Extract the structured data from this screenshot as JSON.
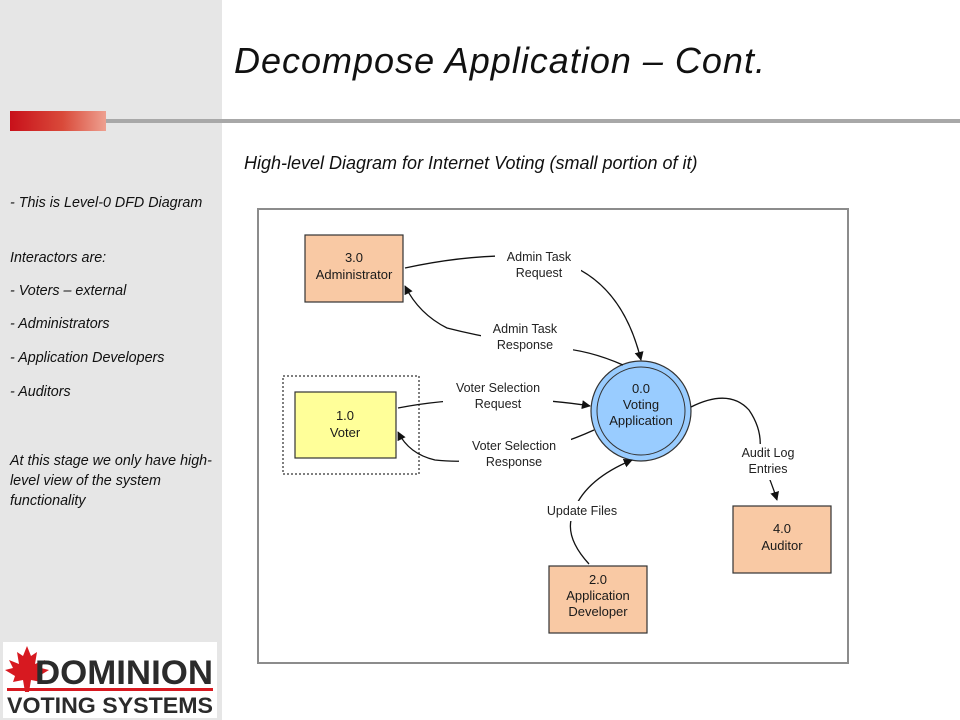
{
  "slide": {
    "title": "Decompose Application – Cont.",
    "subtitle": "High-level Diagram for Internet Voting (small portion of it)"
  },
  "sidebar": {
    "line1": "- This is Level-0 DFD Diagram",
    "line2": "Interactors are:",
    "line3": "- Voters – external",
    "line4": "- Administrators",
    "line5": "- Application Developers",
    "line6": "- Auditors",
    "line7": "At this stage we only have high-level view of the system functionality"
  },
  "diagram": {
    "nodes": {
      "administrator": {
        "id": "3.0",
        "label": "Administrator"
      },
      "voter": {
        "id": "1.0",
        "label": "Voter"
      },
      "voting_app": {
        "id": "0.0",
        "line1": "Voting",
        "line2": "Application"
      },
      "auditor": {
        "id": "4.0",
        "label": "Auditor"
      },
      "developer": {
        "id": "2.0",
        "line1": "Application",
        "line2": "Developer"
      }
    },
    "flows": {
      "admin_request": {
        "line1": "Admin Task",
        "line2": "Request"
      },
      "admin_response": {
        "line1": "Admin Task",
        "line2": "Response"
      },
      "voter_request": {
        "line1": "Voter Selection",
        "line2": "Request"
      },
      "voter_response": {
        "line1": "Voter Selection",
        "line2": "Response"
      },
      "audit_entries": {
        "line1": "Audit Log",
        "line2": "Entries"
      },
      "update_files": {
        "label": "Update Files"
      }
    },
    "colors": {
      "entity_fill": "#f9c9a4",
      "voter_fill": "#ffff99",
      "process_fill": "#99ccff"
    }
  },
  "logo": {
    "line1": "DOMINION",
    "line2": "VOTING SYSTEMS",
    "colors": {
      "leaf": "#d71920",
      "text": "#2b2b2b"
    }
  }
}
